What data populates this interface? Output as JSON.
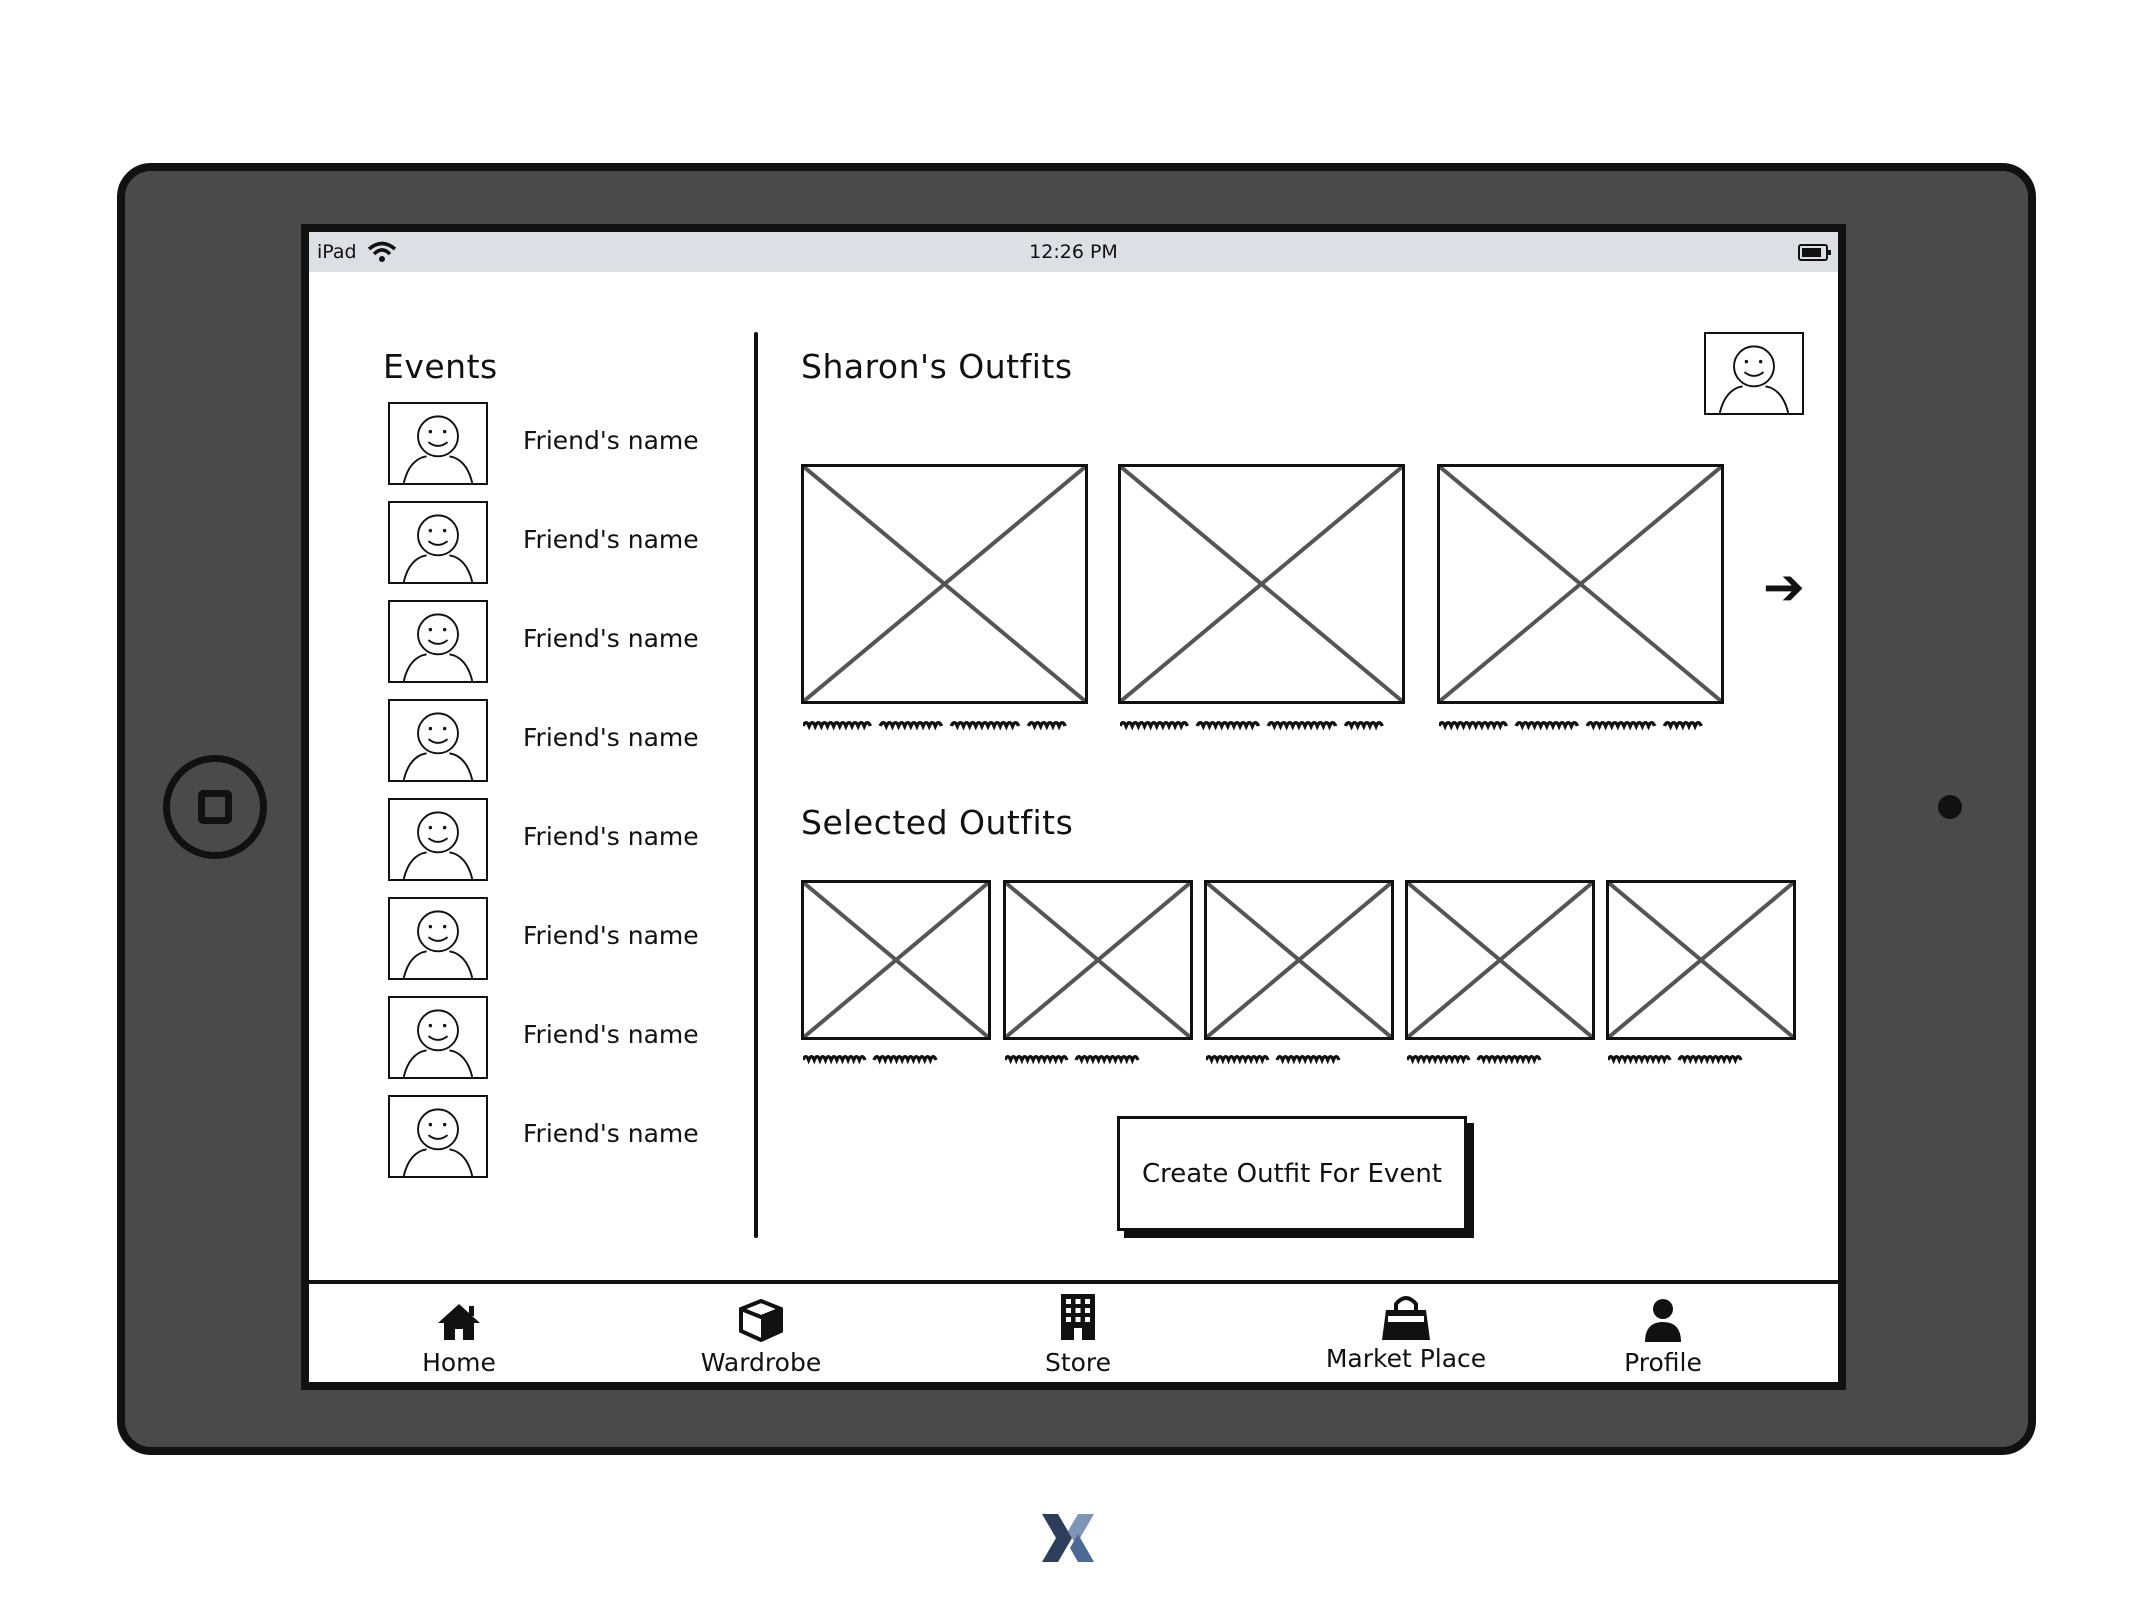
{
  "status_bar": {
    "device": "iPad",
    "time": "12:26 PM"
  },
  "events": {
    "title": "Events",
    "friends": [
      {
        "name": "Friend's name"
      },
      {
        "name": "Friend's name"
      },
      {
        "name": "Friend's name"
      },
      {
        "name": "Friend's name"
      },
      {
        "name": "Friend's name"
      },
      {
        "name": "Friend's name"
      },
      {
        "name": "Friend's name"
      },
      {
        "name": "Friend's name"
      }
    ]
  },
  "outfits": {
    "title": "Sharon's Outfits",
    "selected_title": "Selected Outfits"
  },
  "actions": {
    "create_label": "Create Outfit For Event"
  },
  "tab_bar": {
    "items": [
      {
        "label": "Home",
        "icon": "home-icon"
      },
      {
        "label": "Wardrobe",
        "icon": "box-icon"
      },
      {
        "label": "Store",
        "icon": "building-icon"
      },
      {
        "label": "Market Place",
        "icon": "shopping-bag-icon"
      },
      {
        "label": "Profile",
        "icon": "user-icon"
      }
    ]
  }
}
